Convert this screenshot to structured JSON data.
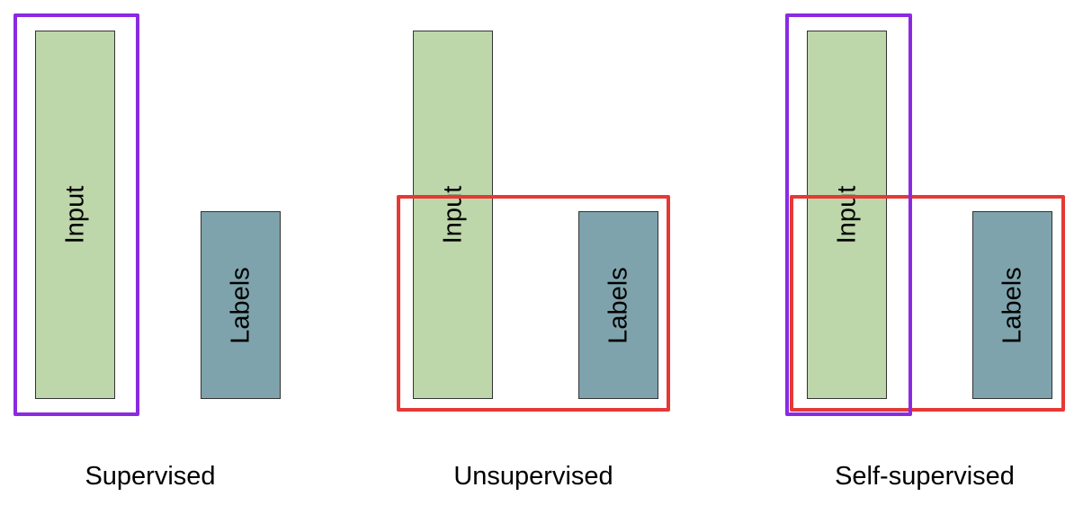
{
  "colors": {
    "input_fill": "#bdd6aa",
    "labels_fill": "#7ea3ac",
    "input_frame": "#8a2be2",
    "labels_frame": "#e53935"
  },
  "panels": [
    {
      "input_label": "Input",
      "labels_label": "Labels",
      "caption": "Supervised"
    },
    {
      "input_label": "Input",
      "labels_label": "Labels",
      "caption": "Unsupervised"
    },
    {
      "input_label": "Input",
      "labels_label": "Labels",
      "caption": "Self-supervised"
    }
  ]
}
